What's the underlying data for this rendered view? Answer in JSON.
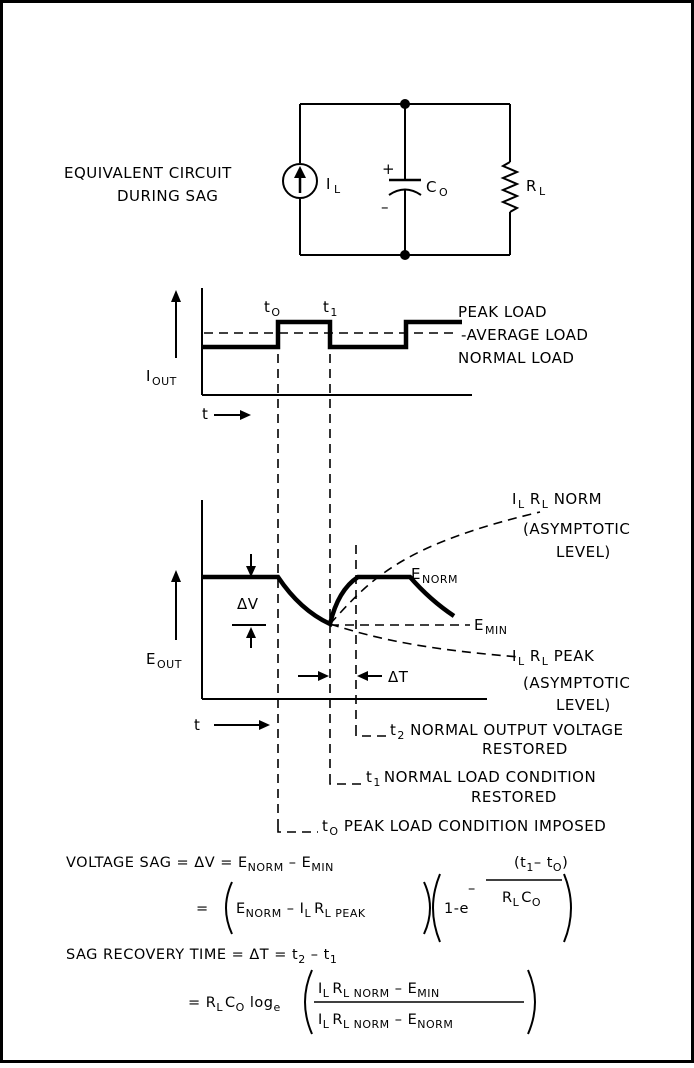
{
  "circuit": {
    "title_line1": "EQUIVALENT CIRCUIT",
    "title_line2": "DURING SAG",
    "source_main": "I",
    "source_sub": "L",
    "cap_main": "C",
    "cap_sub": "O",
    "cap_plus": "+",
    "cap_minus": "–",
    "res_main": "R",
    "res_sub": "L"
  },
  "current_plot": {
    "y_main": "I",
    "y_sub": "OUT",
    "x_label": "t",
    "t0_main": "t",
    "t0_sub": "O",
    "t1_main": "t",
    "t1_sub": "1",
    "peak_load": "PEAK LOAD",
    "average_load": "-AVERAGE LOAD",
    "normal_load": "NORMAL LOAD"
  },
  "voltage_plot": {
    "y_main": "E",
    "y_sub": "OUT",
    "x_label": "t",
    "delta_v": "ΔV",
    "delta_t": "ΔT",
    "enorm_main": "E",
    "enorm_sub": "NORM",
    "emin_main": "E",
    "emin_sub": "MIN",
    "norm_asym_a": "I",
    "norm_asym_a_sub": "L",
    "norm_asym_b": " R",
    "norm_asym_b_sub": "L",
    "norm_asym_tail": " NORM",
    "norm_asym_line2": "(ASYMPTOTIC",
    "norm_asym_line3": "LEVEL)",
    "peak_asym_tail": " PEAK",
    "peak_asym_line2": "(ASYMPTOTIC",
    "peak_asym_line3": "LEVEL)"
  },
  "annotations": {
    "t2_main": "t",
    "t2_sub": "2",
    "t2_text": " NORMAL OUTPUT VOLTAGE",
    "t2_text2": "RESTORED",
    "t1_main": "t",
    "t1_sub": "1",
    "t1_text": "NORMAL LOAD CONDITION",
    "t1_text2": "RESTORED",
    "t0_main": "t",
    "t0_sub": "O",
    "t0_text": " PEAK LOAD CONDITION IMPOSED"
  },
  "equations": {
    "sag_label": "VOLTAGE SAG = ΔV = E",
    "sag_sub1": "NORM",
    "sag_mid": " – E",
    "sag_sub2": "MIN",
    "eq2_equals": "=",
    "eq2_E": "E",
    "eq2_E_sub": "NORM",
    "eq2_minus": " – I",
    "eq2_I_sub": "L",
    "eq2_R": "R",
    "eq2_R_sub": "L PEAK",
    "eq2_one": "1-e",
    "eq2_exp_minus": "–",
    "eq2_num": "(t",
    "eq2_num_s1": "1",
    "eq2_num_mid": "– t",
    "eq2_num_s2": "O",
    "eq2_num_end": ")",
    "eq2_den": "R",
    "eq2_den_s1": "L",
    "eq2_den_c": "C",
    "eq2_den_s2": "O",
    "rec_label": "SAG RECOVERY TIME = ΔT = t",
    "rec_s1": "2",
    "rec_mid": " – t",
    "rec_s2": "1",
    "eq4_equals": "= R",
    "eq4_s1": "L",
    "eq4_c": "C",
    "eq4_s2": "O",
    "eq4_log": " log",
    "eq4_log_sub": "e",
    "eq4_num": "I",
    "eq4_num_s1": "L",
    "eq4_num_r": "R",
    "eq4_num_s2": "L NORM",
    "eq4_num_tail": " – E",
    "eq4_num_s3": "MIN",
    "eq4_den": "I",
    "eq4_den_s1": "L",
    "eq4_den_r": "R",
    "eq4_den_s2": "L NORM",
    "eq4_den_tail": " – E",
    "eq4_den_s3": "NORM"
  }
}
